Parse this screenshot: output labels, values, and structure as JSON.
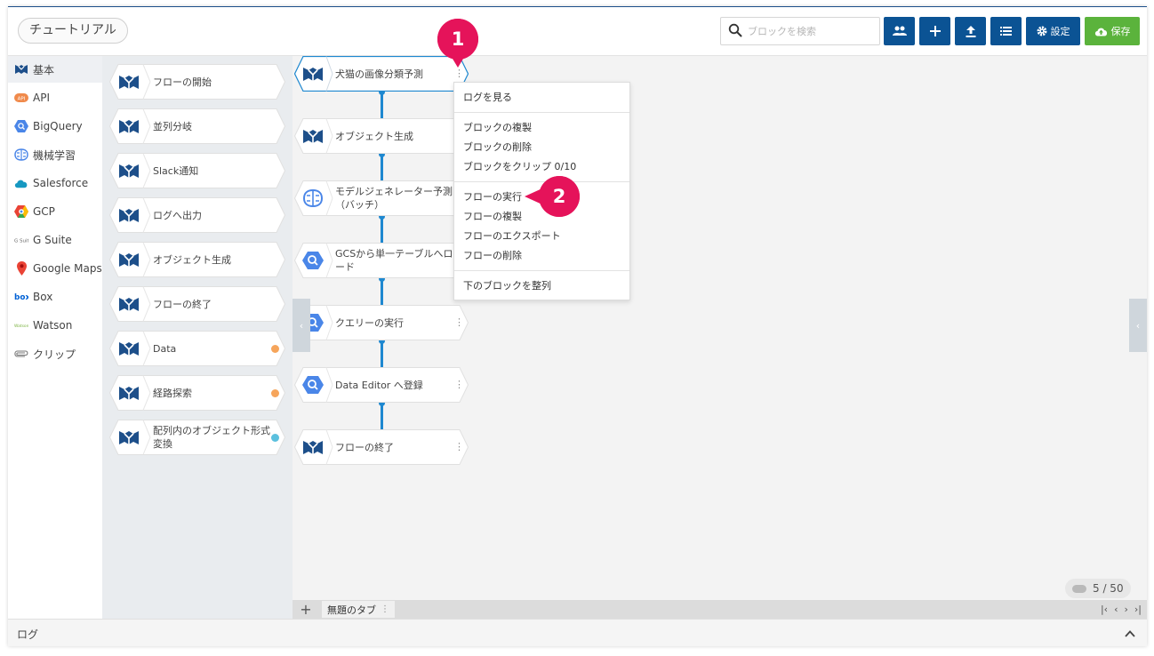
{
  "header": {
    "title": "チュートリアル",
    "search_placeholder": "ブロックを検索",
    "buttons": {
      "share_icon": "users-icon",
      "add_icon": "plus-icon",
      "upload_icon": "upload-icon",
      "list_icon": "list-icon",
      "settings_label": "設定",
      "save_label": "保存"
    },
    "colors": {
      "primary": "#0b5394",
      "save": "#5bb33c",
      "accent": "#e5135a",
      "connector": "#1e88d0"
    }
  },
  "categories": [
    {
      "label": "基本",
      "icon": "basic-block-icon",
      "active": true
    },
    {
      "label": "API",
      "icon": "api-icon"
    },
    {
      "label": "BigQuery",
      "icon": "bigquery-icon"
    },
    {
      "label": "機械学習",
      "icon": "brain-icon"
    },
    {
      "label": "Salesforce",
      "icon": "salesforce-cloud-icon"
    },
    {
      "label": "GCP",
      "icon": "gcp-icon"
    },
    {
      "label": "G Suite",
      "icon": "gsuite-icon"
    },
    {
      "label": "Google Maps",
      "icon": "map-pin-icon"
    },
    {
      "label": "Box",
      "icon": "box-logo-icon"
    },
    {
      "label": "Watson",
      "icon": "watson-logo-icon"
    },
    {
      "label": "クリップ",
      "icon": "paperclip-icon"
    }
  ],
  "palette": [
    {
      "label": "フローの開始"
    },
    {
      "label": "並列分岐"
    },
    {
      "label": "Slack通知"
    },
    {
      "label": "ログへ出力"
    },
    {
      "label": "オブジェクト生成"
    },
    {
      "label": "フローの終了"
    },
    {
      "label": "Data",
      "badge": "orange"
    },
    {
      "label": "経路探索",
      "badge": "orange"
    },
    {
      "label": "配列内のオブジェクト形式変換",
      "badge": "blue"
    }
  ],
  "flow": [
    {
      "label": "犬猫の画像分類予測",
      "icon": "basic-block-icon",
      "selected": true
    },
    {
      "label": "オブジェクト生成",
      "icon": "basic-block-icon"
    },
    {
      "label": "モデルジェネレーター予測（バッチ）",
      "icon": "brain-icon"
    },
    {
      "label": "GCSから単一テーブルへロード",
      "icon": "bigquery-icon"
    },
    {
      "label": "クエリーの実行",
      "icon": "bigquery-icon"
    },
    {
      "label": "Data Editor へ登録",
      "icon": "bigquery-icon"
    },
    {
      "label": "フローの終了",
      "icon": "basic-block-icon"
    }
  ],
  "context_menu": {
    "items": [
      "ログを見る",
      "ブロックの複製",
      "ブロックの削除",
      "ブロックをクリップ 0/10",
      "フローの実行",
      "フローの複製",
      "フローのエクスポート",
      "フローの削除",
      "下のブロックを整列"
    ]
  },
  "callouts": [
    "1",
    "2"
  ],
  "canvas": {
    "block_count": "5 / 50"
  },
  "tabs": {
    "add_label": "+",
    "active_tab": "無題のタブ",
    "tab_menu": "⋮"
  },
  "tab_nav": {
    "first": "|‹",
    "prev": "‹",
    "next": "›",
    "last": "›|"
  },
  "log": {
    "label": "ログ"
  }
}
